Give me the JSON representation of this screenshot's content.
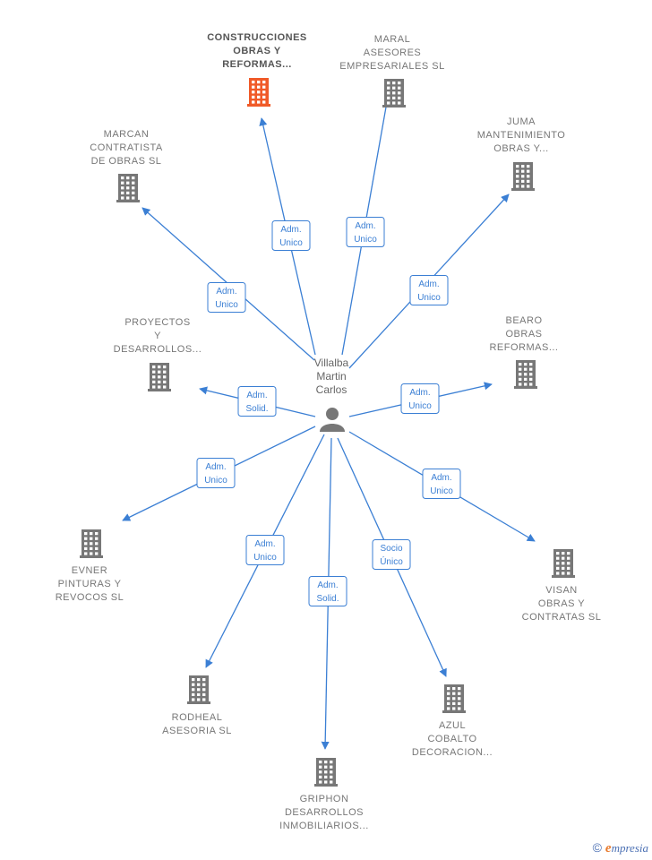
{
  "center": {
    "lines": [
      "Villalba",
      "Martin",
      "Carlos"
    ],
    "icon": "person-icon"
  },
  "colors": {
    "edge": "#3b7fd4",
    "building": "#777777",
    "highlight": "#f05a28"
  },
  "nodes": [
    {
      "id": "construcciones",
      "lines": [
        "CONSTRUCCIONES",
        "OBRAS Y",
        "REFORMAS..."
      ],
      "highlight": true,
      "edge": [
        "Adm.",
        "Unico"
      ]
    },
    {
      "id": "maral",
      "lines": [
        "MARAL",
        "ASESORES",
        "EMPRESARIALES SL"
      ],
      "highlight": false,
      "edge": [
        "Adm.",
        "Unico"
      ]
    },
    {
      "id": "juma",
      "lines": [
        "JUMA",
        "MANTENIMIENTO",
        "OBRAS Y..."
      ],
      "highlight": false,
      "edge": [
        "Adm.",
        "Unico"
      ]
    },
    {
      "id": "marcan",
      "lines": [
        "MARCAN",
        "CONTRATISTA",
        "DE OBRAS  SL"
      ],
      "highlight": false,
      "edge": [
        "Adm.",
        "Unico"
      ]
    },
    {
      "id": "proyectos",
      "lines": [
        "PROYECTOS",
        "Y",
        "DESARROLLOS..."
      ],
      "highlight": false,
      "edge": [
        "Adm.",
        "Solid."
      ]
    },
    {
      "id": "bearo",
      "lines": [
        "BEARO",
        "OBRAS",
        "REFORMAS..."
      ],
      "highlight": false,
      "edge": [
        "Adm.",
        "Unico"
      ]
    },
    {
      "id": "evner",
      "lines": [
        "EVNER",
        "PINTURAS Y",
        "REVOCOS  SL"
      ],
      "highlight": false,
      "edge": [
        "Adm.",
        "Unico"
      ]
    },
    {
      "id": "visan",
      "lines": [
        "VISAN",
        "OBRAS Y",
        "CONTRATAS SL"
      ],
      "highlight": false,
      "edge": [
        "Adm.",
        "Unico"
      ]
    },
    {
      "id": "rodheal",
      "lines": [
        "RODHEAL",
        "ASESORIA SL"
      ],
      "highlight": false,
      "edge": [
        "Adm.",
        "Unico"
      ]
    },
    {
      "id": "griphon",
      "lines": [
        "GRIPHON",
        "DESARROLLOS",
        "INMOBILIARIOS..."
      ],
      "highlight": false,
      "edge": [
        "Adm.",
        "Solid."
      ]
    },
    {
      "id": "azul",
      "lines": [
        "AZUL",
        "COBALTO",
        "DECORACION..."
      ],
      "highlight": false,
      "edge": [
        "Socio",
        "Único"
      ]
    }
  ],
  "footer": {
    "copyright": "©",
    "brand_initial": "e",
    "brand_rest": "mpresia"
  }
}
